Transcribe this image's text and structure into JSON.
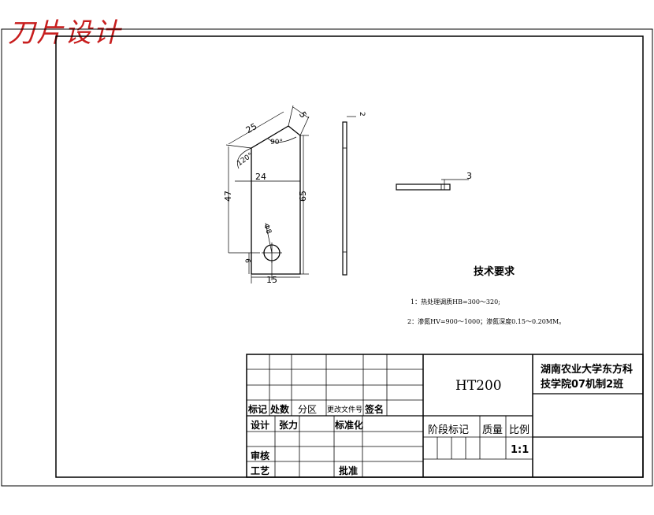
{
  "stamp_text": "刀片设计",
  "dimensions": {
    "d25": "25",
    "d5": "5",
    "d120": "120°",
    "d90": "90°",
    "d24": "24",
    "d47": "47",
    "d65": "65",
    "d8": "Φ8",
    "d9": "9",
    "d15": "15",
    "d2": "2",
    "d3": "3"
  },
  "tech": {
    "title": "技术要求",
    "line1": "1：热处理调质HB=300～320;",
    "line2": "2：渗氮HV=900～1000；渗氮深度0.15～0.20MM。"
  },
  "title_block": {
    "material": "HT200",
    "company": "湖南农业大学东方科技学院07机制2班",
    "company_line1": "湖南农业大学东方科",
    "company_line2": "技学院07机制2班",
    "h_mark": "标记",
    "h_count": "处数",
    "h_zone": "分区",
    "h_doc": "更改文件号",
    "h_sign": "签名",
    "design": "设计",
    "designer": "张力",
    "standard": "标准化",
    "stage": "阶段标记",
    "mass": "质量",
    "scale_label": "比例",
    "review": "审核",
    "craft": "工艺",
    "approve": "批准",
    "scale": "1:1"
  }
}
